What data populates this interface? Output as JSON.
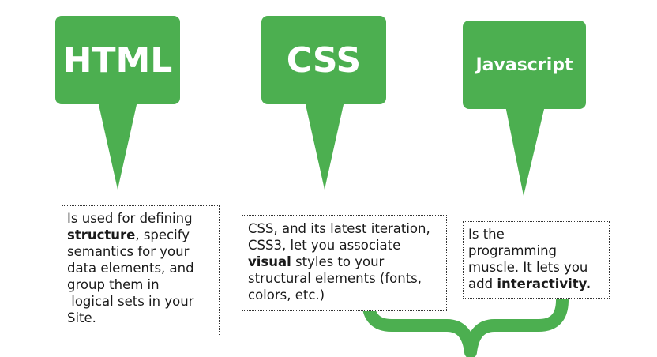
{
  "colors": {
    "marker_green": "#4caf50",
    "brace_green": "#4caf50",
    "box_border": "#333333",
    "text": "#1a1a1a"
  },
  "markers": [
    {
      "id": "html",
      "title": "HTML"
    },
    {
      "id": "css",
      "title": "CSS"
    },
    {
      "id": "js",
      "title": "Javascript"
    }
  ],
  "descriptions": {
    "html": {
      "l1": "Is used for defining",
      "l2_bold": "structure",
      "l2_rest": ", specify",
      "l3": "semantics for your",
      "l4": "data elements, and",
      "l5": "group them in",
      "l6": " logical sets in your",
      "l7": "Site."
    },
    "css": {
      "l1": "CSS, and its latest iteration,",
      "l2": "CSS3, let you associate",
      "l3_bold": "visual",
      "l3_rest": " styles to your",
      "l4": "structural elements (fonts,",
      "l5": "colors, etc.)"
    },
    "js": {
      "l1": "Is the",
      "l2": "programming",
      "l3": "muscle. It lets you",
      "l4_pre": "add ",
      "l4_bold": "interactivity."
    }
  }
}
